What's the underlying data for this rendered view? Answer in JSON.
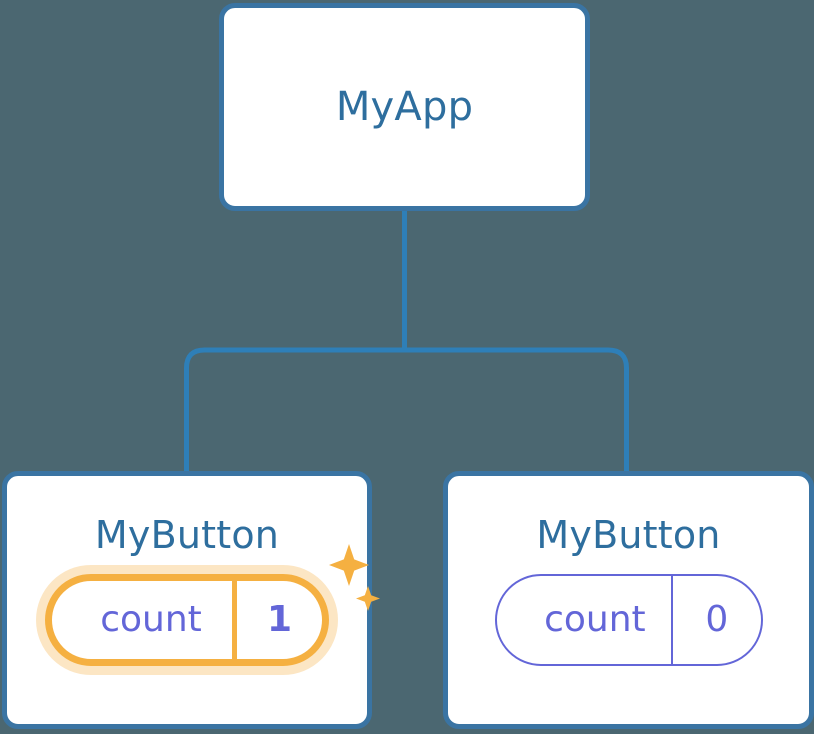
{
  "theme": {
    "background": "#4b6771",
    "card_background": "#ffffff",
    "card_border": "#3a74a3",
    "connector": "#2e7fb8",
    "title_text": "#2e6e9e",
    "state_accent": "#6366d8",
    "highlight_accent": "#f5b041",
    "highlight_glow": "#fbdca8",
    "sparkle": "#f5b041"
  },
  "tree": {
    "root": {
      "title": "MyApp"
    },
    "children": [
      {
        "title": "MyButton",
        "state": {
          "key": "count",
          "value": "1"
        },
        "highlighted": true,
        "sparkle_icon": "sparkles-icon"
      },
      {
        "title": "MyButton",
        "state": {
          "key": "count",
          "value": "0"
        },
        "highlighted": false
      }
    ]
  }
}
